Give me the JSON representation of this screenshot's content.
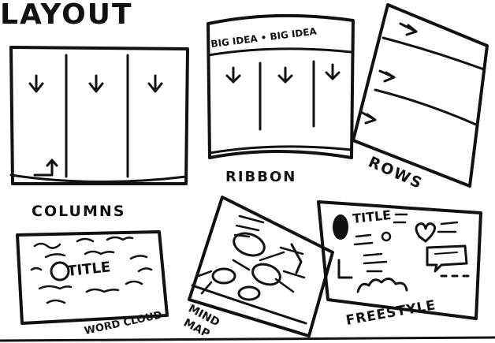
{
  "title": "LAYOUT",
  "panels": {
    "columns": {
      "label": "COLUMNS"
    },
    "ribbon": {
      "label": "RIBBON",
      "banner_text": "BIG IDEA • BIG IDEA"
    },
    "rows": {
      "label": "ROWS"
    },
    "word_cloud": {
      "label": "WORD CLOUD",
      "title_text": "TITLE"
    },
    "mind_map": {
      "label_line1": "MIND",
      "label_line2": "MAP"
    },
    "freestyle": {
      "label": "FREESTYLE",
      "title_text": "TITLE"
    }
  }
}
